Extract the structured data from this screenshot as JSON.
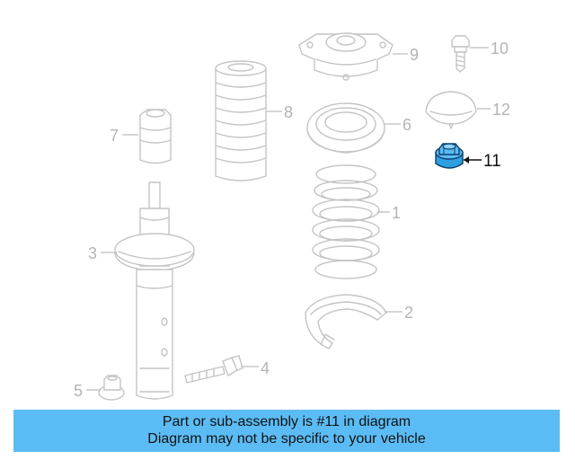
{
  "diagram": {
    "highlight_color": "#5bbcf5",
    "highlighted_part": "11",
    "callouts": {
      "c1": "1",
      "c2": "2",
      "c3": "3",
      "c4": "4",
      "c5": "5",
      "c6": "6",
      "c7": "7",
      "c8": "8",
      "c9": "9",
      "c10": "10",
      "c11": "11",
      "c12": "12"
    }
  },
  "banner": {
    "line1": "Part or sub-assembly is #11 in diagram",
    "line2": "Diagram may not be specific to your vehicle",
    "background": "#5bbcf5"
  }
}
